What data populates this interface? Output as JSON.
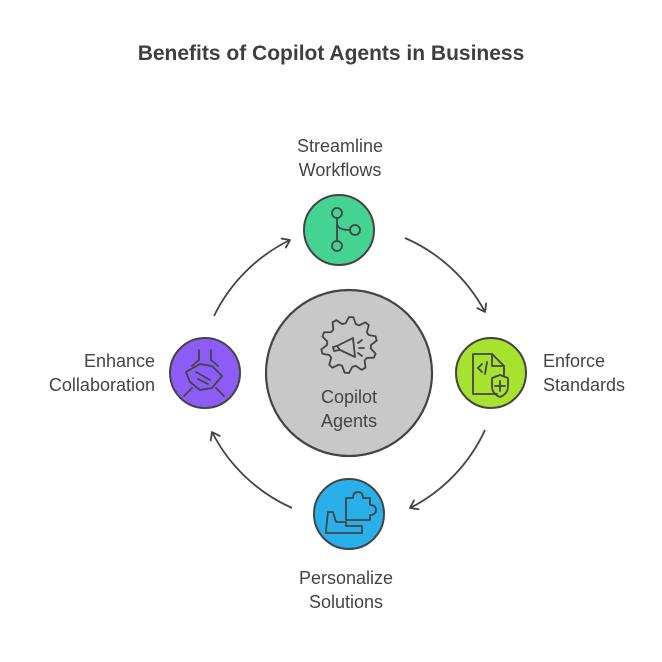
{
  "title": "Benefits of Copilot Agents in Business",
  "center": {
    "line1": "Copilot",
    "line2": "Agents",
    "icon": "gear-megaphone-icon",
    "color": "#c8c8c8"
  },
  "nodes": [
    {
      "id": "streamline",
      "line1": "Streamline",
      "line2": "Workflows",
      "icon": "git-branch-icon",
      "color": "#44d393"
    },
    {
      "id": "enforce",
      "line1": "Enforce",
      "line2": "Standards",
      "icon": "file-code-shield-icon",
      "color": "#a6e22e"
    },
    {
      "id": "personalize",
      "line1": "Personalize",
      "line2": "Solutions",
      "icon": "puzzle-hand-icon",
      "color": "#29b0ea"
    },
    {
      "id": "enhance",
      "line1": "Enhance",
      "line2": "Collaboration",
      "icon": "hands-together-icon",
      "color": "#8d5cf6"
    }
  ]
}
